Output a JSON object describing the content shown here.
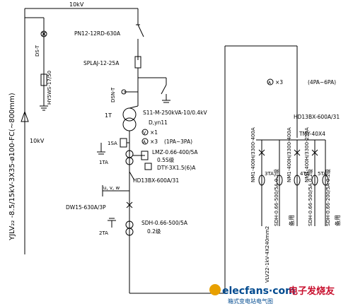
{
  "top_bus_label": "10kV",
  "cable_label": "YJLV₂₂ -8.5/15kV-3X35-ø100-FC(~800mm)",
  "left_feed_label": "10kV",
  "surge_arrester_left": "DS-T",
  "fuse_left": "HY5WS-17/50",
  "load_switch": "PN12-12RD-630A",
  "fuse_upper": "SPLAJ-12-25A",
  "earth_switch": "DSN-T",
  "transformer_tag": "1T",
  "transformer_model": "S11-M-250kVA-10/0.4kV",
  "transformer_vector": "D,yn11",
  "voltmeter_qty": "×1",
  "ammeter_qty": "×3",
  "ammeter_range": "(1PA~3PA)",
  "ct_1sa": "1SA",
  "ct_1ta": "1TA",
  "ct_model": "LMZ-0.66-400/5A",
  "ct_class": "0.5S级",
  "meter_model": "DTY-3X1.5(6)A",
  "busbar_main": "HD13BX-600A/31",
  "bus_phases": "u, v, w",
  "breaker_main": "DW15-630A/3P",
  "ct_2ta": "2TA",
  "ct2_model": "SDH-0.66-500/5A",
  "ct2_class": "0.2级",
  "right_ammeter_qty": "×3",
  "right_ammeter_range": "(4PA~6PA)",
  "right_busbar": "HD13BX-600A/31",
  "right_busbar_tmy": "TMY-40X4",
  "outgoing_cable": "VLV22-1kV-4X240mm2",
  "feeders": [
    {
      "breaker": "NM1-400H/3300-400A",
      "ct": "SDH-0.66-500/5A 0.2级",
      "ta": "3TA"
    },
    {
      "breaker": "",
      "ct": "",
      "ta": "",
      "spare": "备用"
    },
    {
      "breaker": "NM1-400H/3300-400A",
      "ct": "SDH-0.66-500/5A 0.2级",
      "ta": "4TA"
    },
    {
      "breaker": "NM1-400H/3300-250A",
      "ct": "SDH-0.66-200/5A 0.2级",
      "ta": "5TA"
    },
    {
      "breaker": "",
      "ct": "",
      "ta": "",
      "spare": "备用"
    }
  ],
  "watermark_logo": "elecfans·com",
  "watermark_cn": "电子发烧友",
  "watermark_caption": "箱式变电站电气图"
}
